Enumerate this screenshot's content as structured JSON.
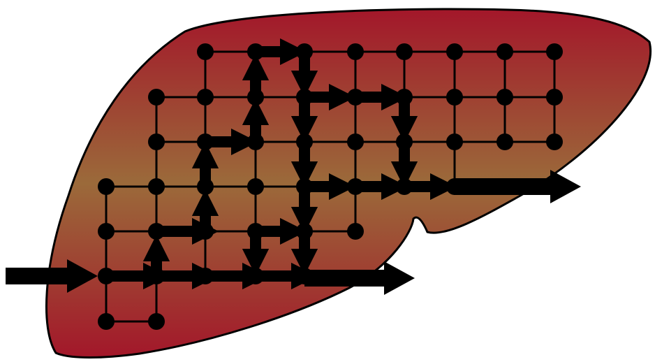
{
  "diagram": {
    "kind": "liver-lobule-network",
    "colors": {
      "tissue_dark": "#a3172a",
      "tissue_light": "#9b6a3a",
      "outline": "#000000",
      "node": "#000000",
      "edge": "#000000",
      "flow_arrow": "#000000",
      "background": "#ffffff"
    },
    "graph": {
      "cols": [
        "c0",
        "c1",
        "c2",
        "c3",
        "c4",
        "c5",
        "c6",
        "c7",
        "c8",
        "c9"
      ],
      "rows": [
        "r0",
        "r1",
        "r2",
        "r3",
        "r4",
        "r5",
        "r6"
      ],
      "nodes": [
        [
          "c2",
          "r0"
        ],
        [
          "c3",
          "r0"
        ],
        [
          "c4",
          "r0"
        ],
        [
          "c5",
          "r0"
        ],
        [
          "c6",
          "r0"
        ],
        [
          "c7",
          "r0"
        ],
        [
          "c8",
          "r0"
        ],
        [
          "c9",
          "r0"
        ],
        [
          "c1",
          "r1"
        ],
        [
          "c2",
          "r1"
        ],
        [
          "c3",
          "r1"
        ],
        [
          "c4",
          "r1"
        ],
        [
          "c5",
          "r1"
        ],
        [
          "c6",
          "r1"
        ],
        [
          "c7",
          "r1"
        ],
        [
          "c8",
          "r1"
        ],
        [
          "c9",
          "r1"
        ],
        [
          "c1",
          "r2"
        ],
        [
          "c2",
          "r2"
        ],
        [
          "c3",
          "r2"
        ],
        [
          "c4",
          "r2"
        ],
        [
          "c5",
          "r2"
        ],
        [
          "c6",
          "r2"
        ],
        [
          "c7",
          "r2"
        ],
        [
          "c8",
          "r2"
        ],
        [
          "c9",
          "r2"
        ],
        [
          "c0",
          "r3"
        ],
        [
          "c1",
          "r3"
        ],
        [
          "c2",
          "r3"
        ],
        [
          "c3",
          "r3"
        ],
        [
          "c4",
          "r3"
        ],
        [
          "c5",
          "r3"
        ],
        [
          "c6",
          "r3"
        ],
        [
          "c7",
          "r3"
        ],
        [
          "c0",
          "r4"
        ],
        [
          "c1",
          "r4"
        ],
        [
          "c2",
          "r4"
        ],
        [
          "c3",
          "r4"
        ],
        [
          "c4",
          "r4"
        ],
        [
          "c5",
          "r4"
        ],
        [
          "c0",
          "r5"
        ],
        [
          "c1",
          "r5"
        ],
        [
          "c2",
          "r5"
        ],
        [
          "c3",
          "r5"
        ],
        [
          "c4",
          "r5"
        ],
        [
          "c0",
          "r6"
        ],
        [
          "c1",
          "r6"
        ]
      ],
      "flow_arrows_count": 3
    }
  }
}
